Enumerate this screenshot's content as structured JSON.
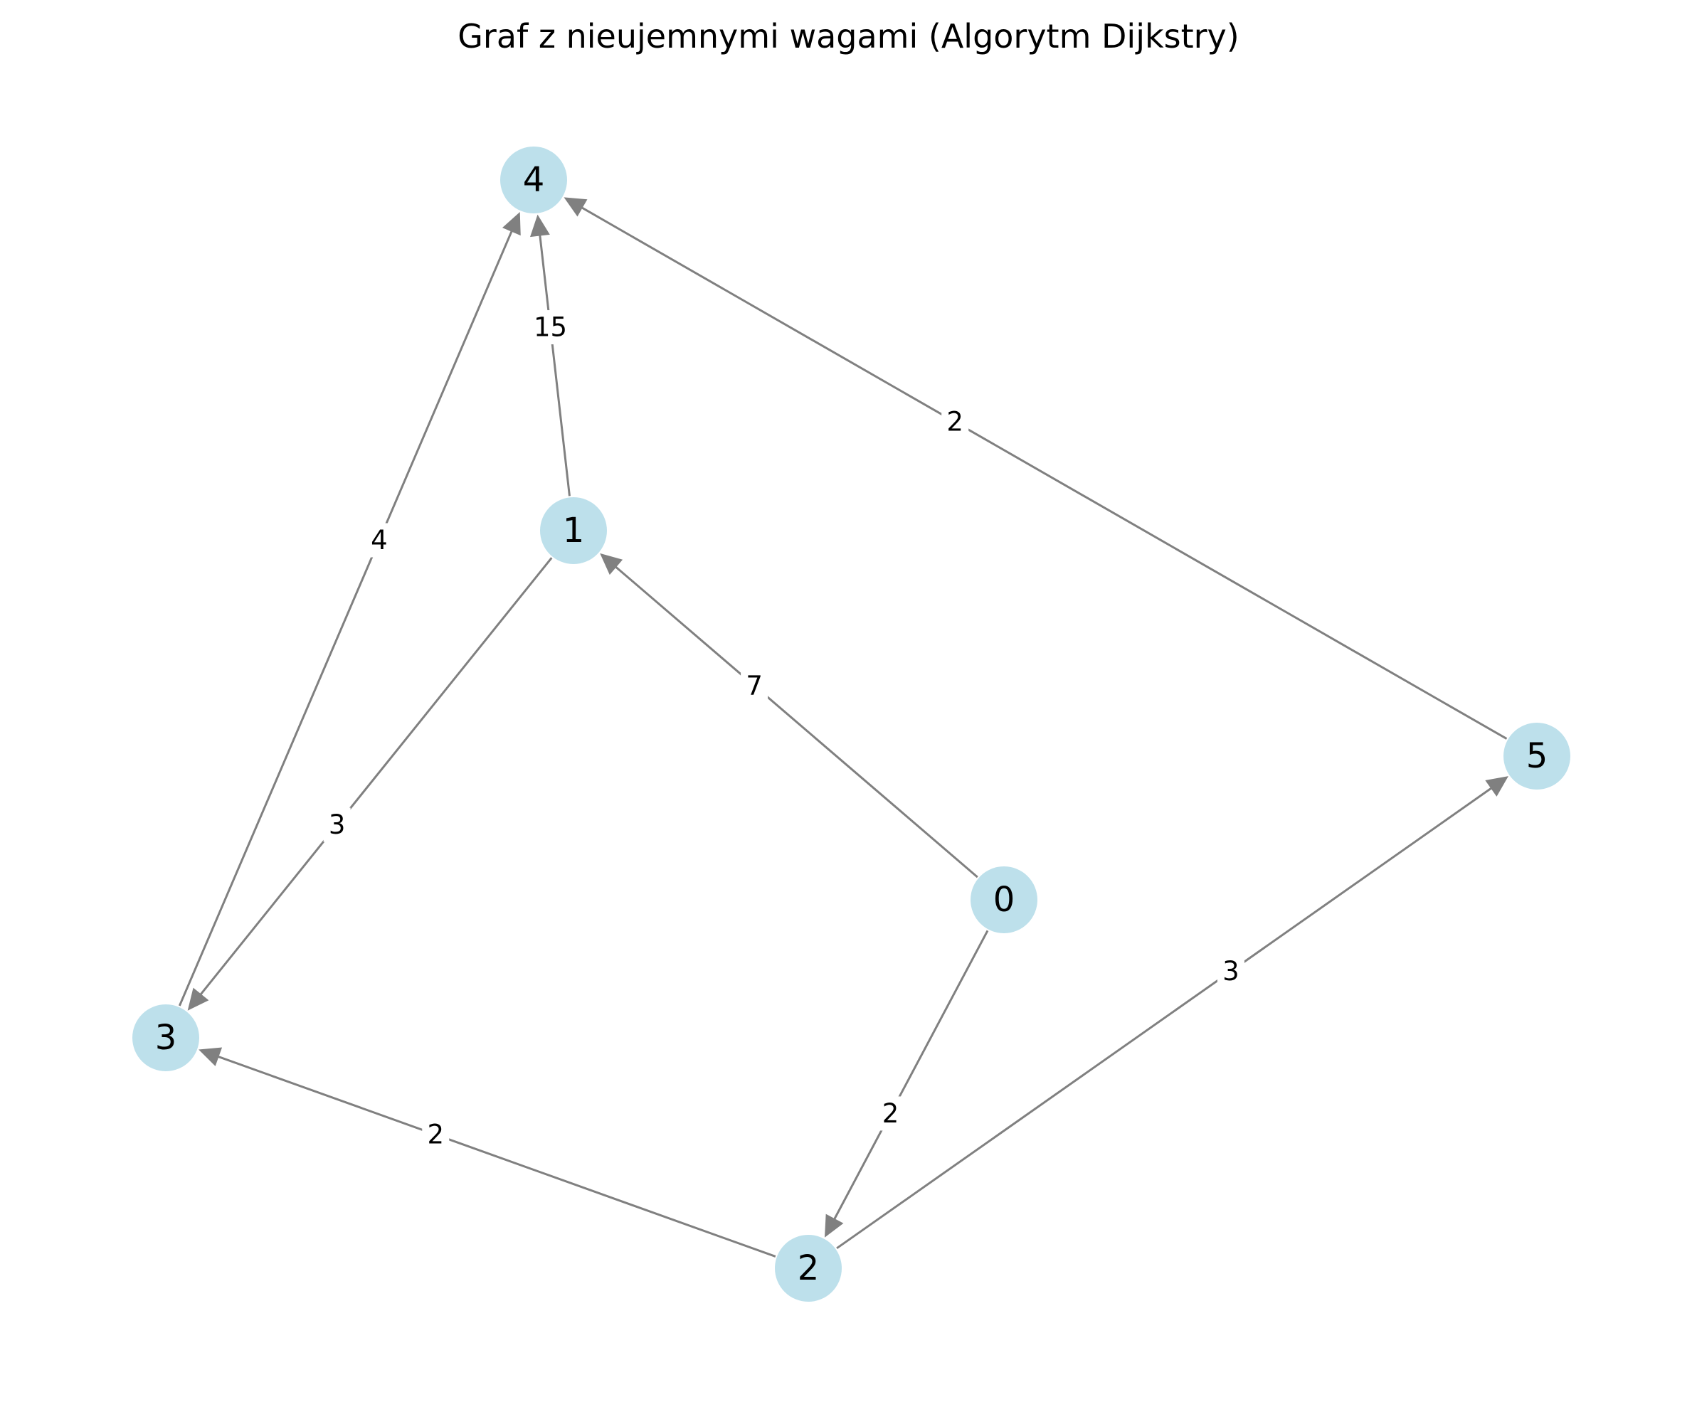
{
  "title": "Graf z nieujemnymi wagami (Algorytm Dijkstry)",
  "colors": {
    "node_fill": "#add8e6",
    "edge": "#808080",
    "label_background": "#ffffff",
    "text": "#000000"
  },
  "nodes": [
    {
      "id": "0",
      "label": "0"
    },
    {
      "id": "1",
      "label": "1"
    },
    {
      "id": "2",
      "label": "2"
    },
    {
      "id": "3",
      "label": "3"
    },
    {
      "id": "4",
      "label": "4"
    },
    {
      "id": "5",
      "label": "5"
    }
  ],
  "edges": [
    {
      "from": "0",
      "to": "1",
      "weight": "7"
    },
    {
      "from": "0",
      "to": "2",
      "weight": "2"
    },
    {
      "from": "1",
      "to": "4",
      "weight": "15"
    },
    {
      "from": "1",
      "to": "3",
      "weight": "3"
    },
    {
      "from": "2",
      "to": "3",
      "weight": "2"
    },
    {
      "from": "2",
      "to": "5",
      "weight": "3"
    },
    {
      "from": "3",
      "to": "4",
      "weight": "4"
    },
    {
      "from": "5",
      "to": "4",
      "weight": "2"
    }
  ]
}
